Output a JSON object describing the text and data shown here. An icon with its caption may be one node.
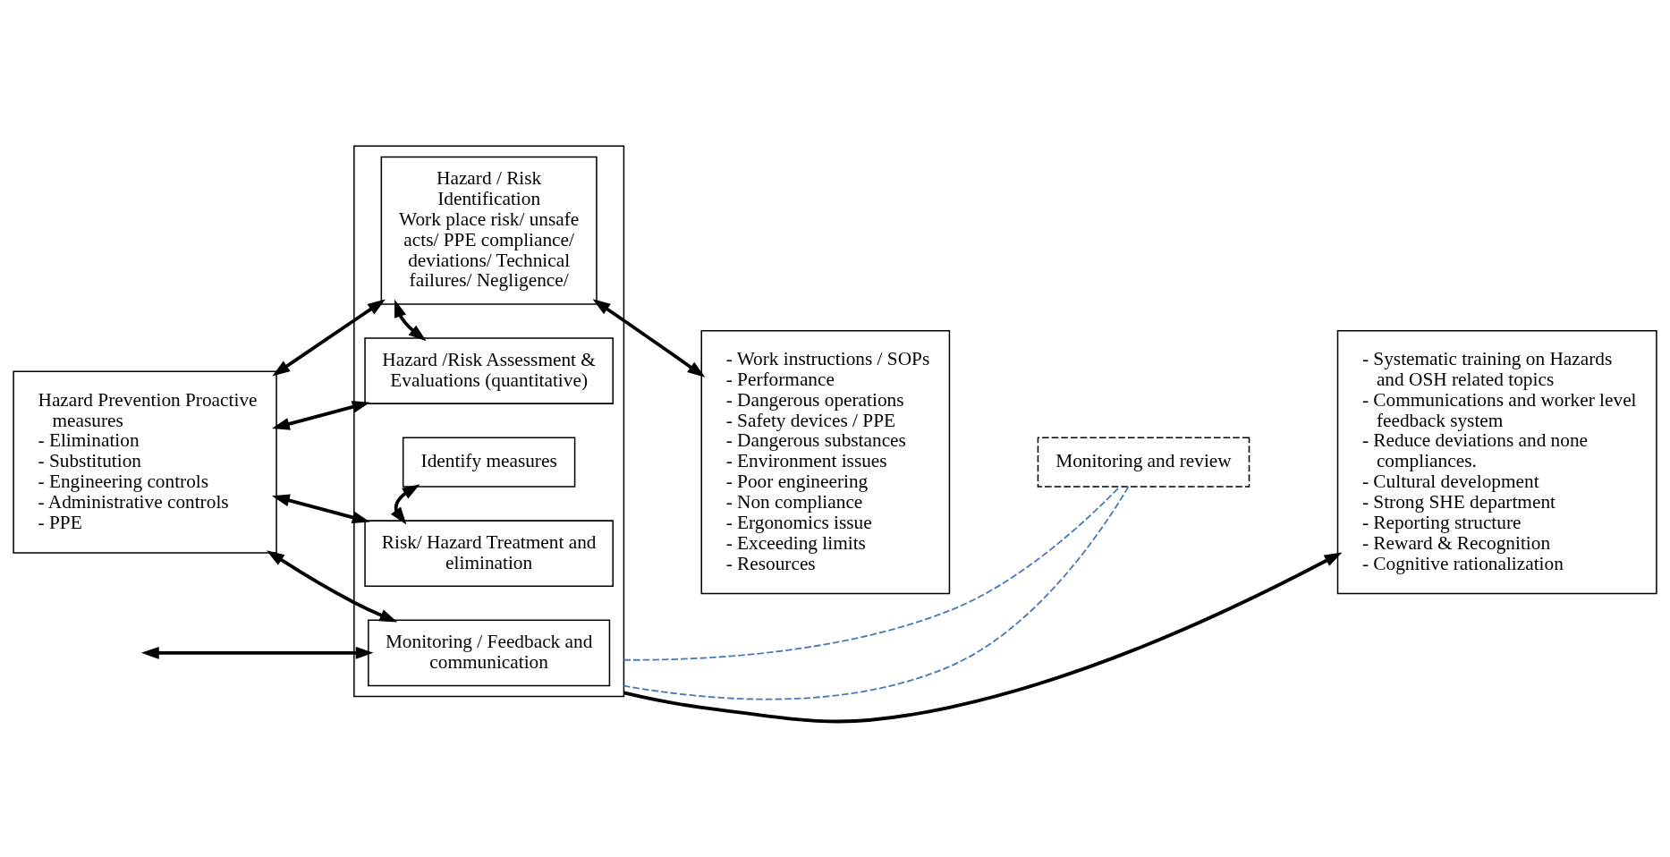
{
  "diagram": {
    "nodes": [
      {
        "text": [
          "Hazard Prevention Proactive measures",
          "- Elimination",
          "- Substitution",
          "- Engineering controls",
          "- Administrative controls",
          "- PPE"
        ]
      },
      {
        "text": [],
        "shape": "box"
      },
      {
        "text": [
          "Hazard / Risk Identification",
          "Work place risk/ unsafe acts/ PPE compliance/ deviations/ Technical failures/ Negligence/"
        ],
        "in": 1
      },
      {
        "text": [
          "Hazard /Risk Assessment & Evaluations (quantitative)"
        ],
        "in": 1
      },
      {
        "text": [
          "Identify measures"
        ],
        "in": 1
      },
      {
        "text": [
          "Risk/ Hazard Treatment and elimination"
        ],
        "in": 1
      },
      {
        "text": [
          "Monitoring / Feedback and communication"
        ],
        "in": 1
      },
      {
        "text": [
          "- Work instructions / SOPs",
          "- Performance",
          "- Dangerous operations",
          "- Safety devices / PPE",
          "- Dangerous substances",
          "- Environment issues",
          "- Poor engineering",
          "- Non compliance",
          "- Ergonomics issue",
          "- Exceeding limits",
          "- Resources"
        ]
      },
      {
        "text": [
          "Monitoring and review"
        ]
      },
      {
        "text": [
          "- Systematic training on Hazards and OSH related topics",
          "- Communications and worker level feedback system",
          "- Reduce deviations and none compliances.",
          "- Cultural development",
          "- Strong SHE department",
          "- Reporting structure",
          "- Reward & Recognition",
          "- Cognitive rationalization"
        ]
      }
    ],
    "edges": [
      {
        "from": 0,
        "to": 2,
        "arrow": "both"
      },
      {
        "from": 0,
        "to": 3,
        "arrow": "both"
      },
      {
        "from": 0,
        "to": 5,
        "arrow": "both"
      },
      {
        "from": 0,
        "to": 6,
        "arrow": "both"
      },
      {
        "from": 2,
        "to": 7,
        "arrow": "both"
      },
      {
        "from": 2,
        "to": 3,
        "arrow": "both"
      },
      {
        "from": 4,
        "to": 5,
        "arrow": "both"
      },
      {
        "from": null,
        "to": 6,
        "arrow": "both"
      },
      {
        "from": 1,
        "to": 9,
        "arrow": "to"
      },
      {
        "from": 1,
        "to": 8,
        "arrow": "none",
        "style": "dashed",
        "color": "#4a7ab5"
      },
      {
        "from": 8,
        "to": 1,
        "arrow": "none",
        "style": "dashed",
        "color": "#4a7ab5"
      }
    ]
  }
}
